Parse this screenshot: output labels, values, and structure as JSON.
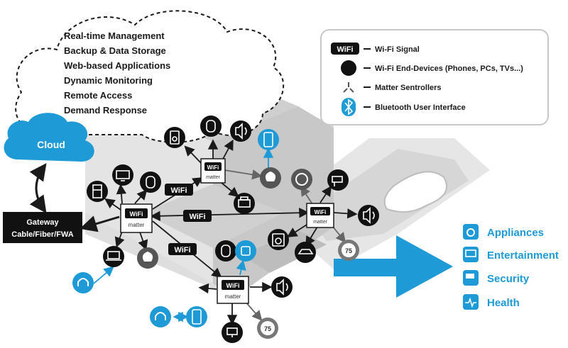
{
  "cloud": {
    "services": [
      "Real-time Management",
      "Backup & Data Storage",
      "Web-based Applications",
      "Dynamic Monitoring",
      "Remote Access",
      "Demand Response"
    ],
    "label": "Cloud"
  },
  "gateway": {
    "line1": "Gateway",
    "line2": "Cable/Fiber/FWA"
  },
  "legend": {
    "items": [
      {
        "icon": "wifi-badge-icon",
        "label": "Wi-Fi Signal"
      },
      {
        "icon": "end-device-dot-icon",
        "label": "Wi-Fi End-Devices (Phones, PCs, TVs...)"
      },
      {
        "icon": "matter-controller-icon",
        "label": "Matter Sentrollers"
      },
      {
        "icon": "bluetooth-icon",
        "label": "Bluetooth User Interface"
      }
    ]
  },
  "badges": {
    "wifi": "WiFi",
    "matter": "matter",
    "gauge": "75"
  },
  "categories": [
    {
      "icon": "washer-icon",
      "label": "Appliances"
    },
    {
      "icon": "tv-icon",
      "label": "Entertainment"
    },
    {
      "icon": "camera-icon",
      "label": "Security"
    },
    {
      "icon": "heart-monitor-icon",
      "label": "Health"
    }
  ],
  "colors": {
    "accent_blue": "#1e9ad6",
    "dark": "#1a1a1a",
    "house_gray": "#d9d9d9"
  }
}
